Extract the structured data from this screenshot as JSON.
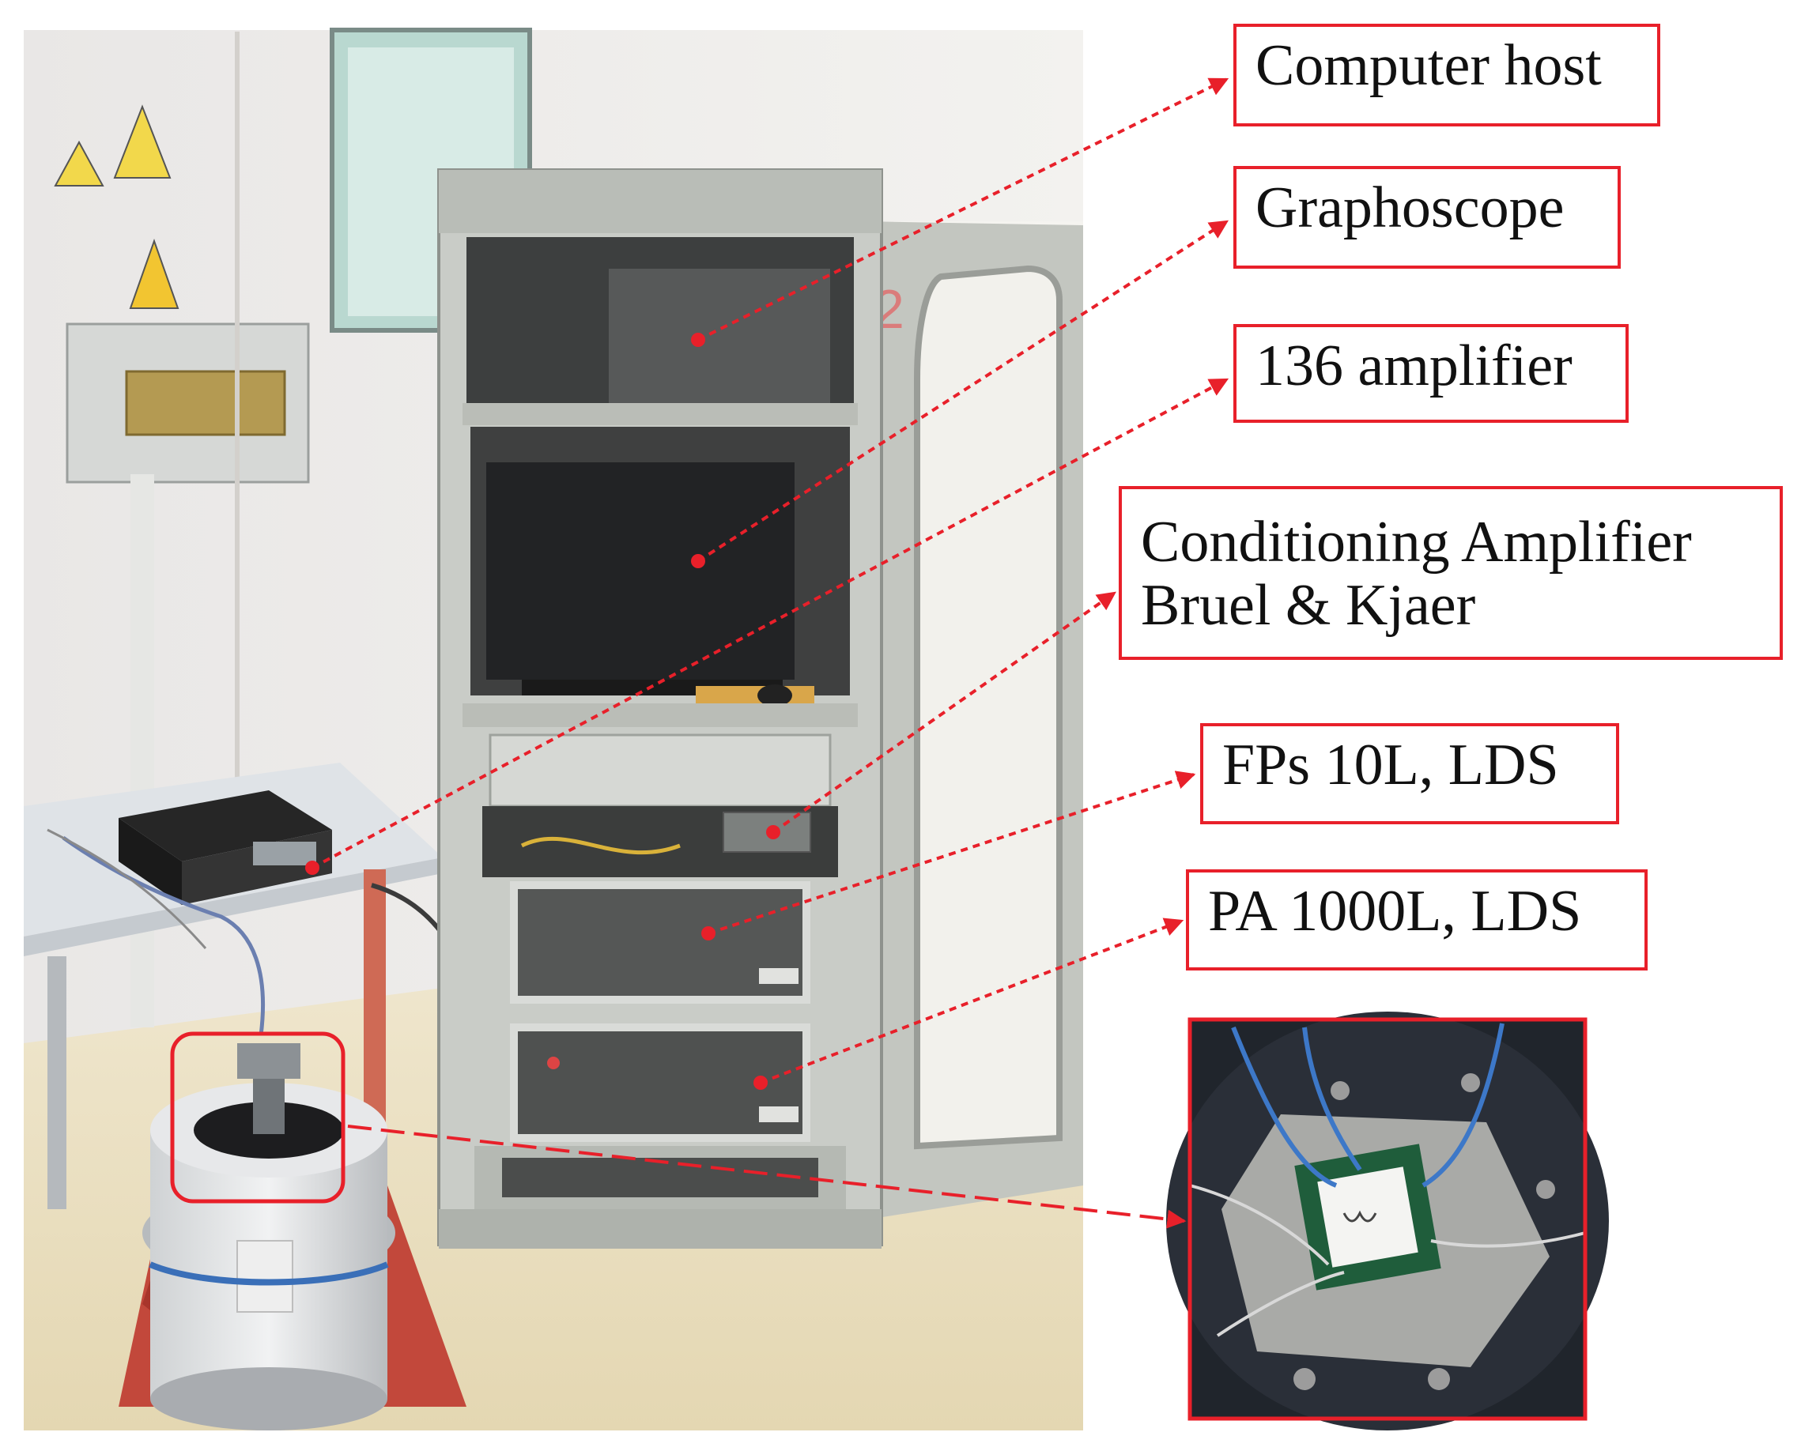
{
  "figure": {
    "callouts": {
      "computer_host": "Computer host",
      "graphoscope": "Graphoscope",
      "amplifier_136": "136 amplifier",
      "conditioning_line1": "Conditioning Amplifier",
      "conditioning_line2": "Bruel & Kjaer",
      "fps": "FPs 10L, LDS",
      "pa": "PA 1000L, LDS"
    },
    "colors": {
      "accent": "#e8202a",
      "cabinet": "#c9ccc7",
      "wall": "#ecebe8",
      "floor": "#ece2c4"
    }
  }
}
